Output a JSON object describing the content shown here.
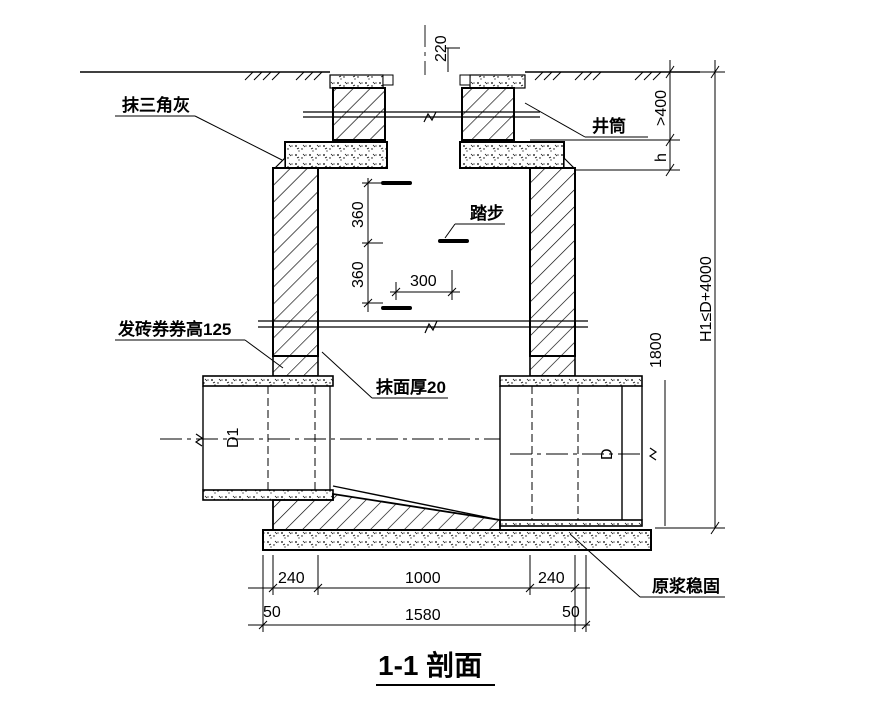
{
  "title": "1-1 剖面",
  "labels": {
    "mo_san_jiao_hui": "抹三角灰",
    "jing_tong": "井筒",
    "ta_bu": "踏步",
    "fa_zhuan": "发砖券券高125",
    "mo_mian_hou": "抹面厚20",
    "yuan_jiang": "原浆稳固"
  },
  "dimensions": {
    "top_gap": "220",
    "step_v1": "360",
    "step_v2": "360",
    "step_h": "300",
    "neck_min": ">400",
    "h": "h",
    "total_height": "H1≤D+4000",
    "lower_height": "1800",
    "d1": "D1",
    "d": "D",
    "bottom_240_left": "240",
    "bottom_1000": "1000",
    "bottom_240_right": "240",
    "bottom_50_left": "50",
    "bottom_1580": "1580",
    "bottom_50_right": "50"
  }
}
